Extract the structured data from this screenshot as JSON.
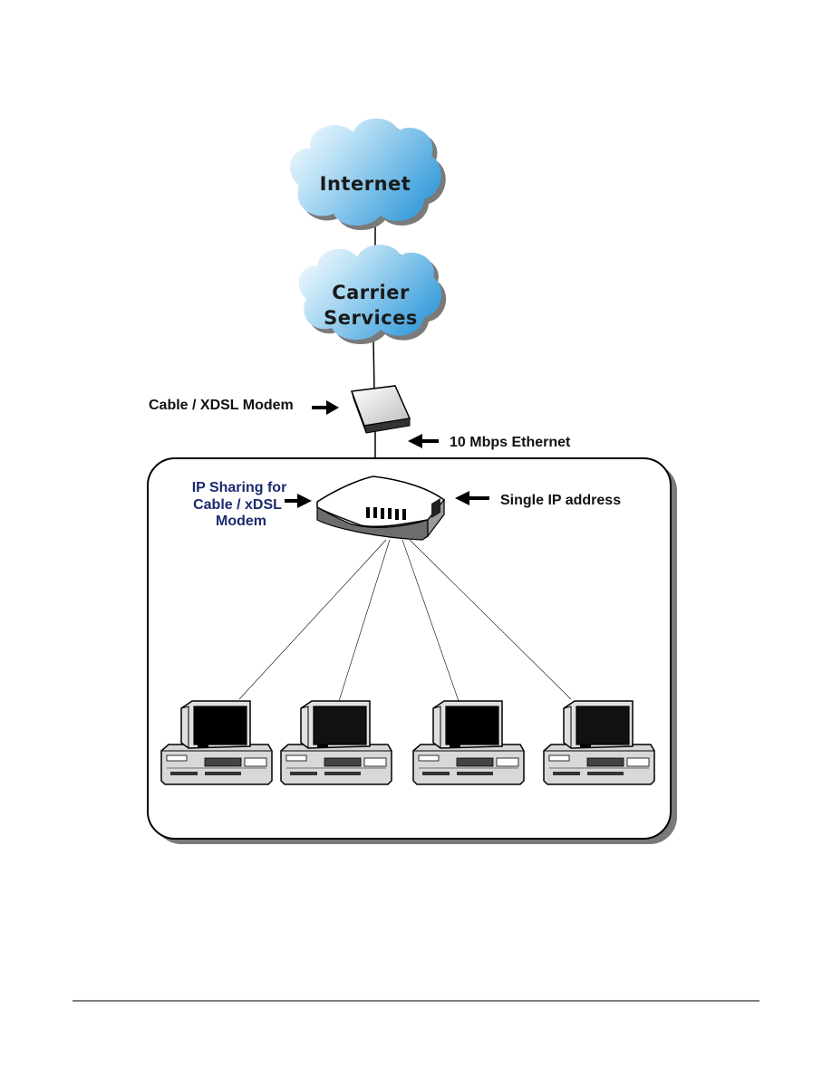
{
  "clouds": {
    "internet": "Internet",
    "carrier_line1": "Carrier",
    "carrier_line2": "Services"
  },
  "labels": {
    "modem": "Cable / XDSL Modem",
    "ethernet": "10 Mbps Ethernet",
    "ip_sharing_line1": "IP Sharing for",
    "ip_sharing_line2": "Cable / xDSL",
    "ip_sharing_line3": "Modem",
    "single_ip": "Single IP address"
  },
  "colors": {
    "cloud_fill": "#5aaee0",
    "cloud_highlight": "#ffffff",
    "blue_label": "#1c2a6e",
    "outline": "#000000"
  },
  "icons": [
    "cloud-icon",
    "modem-icon",
    "router-icon",
    "computer-icon",
    "arrow-right-icon",
    "arrow-left-icon"
  ]
}
